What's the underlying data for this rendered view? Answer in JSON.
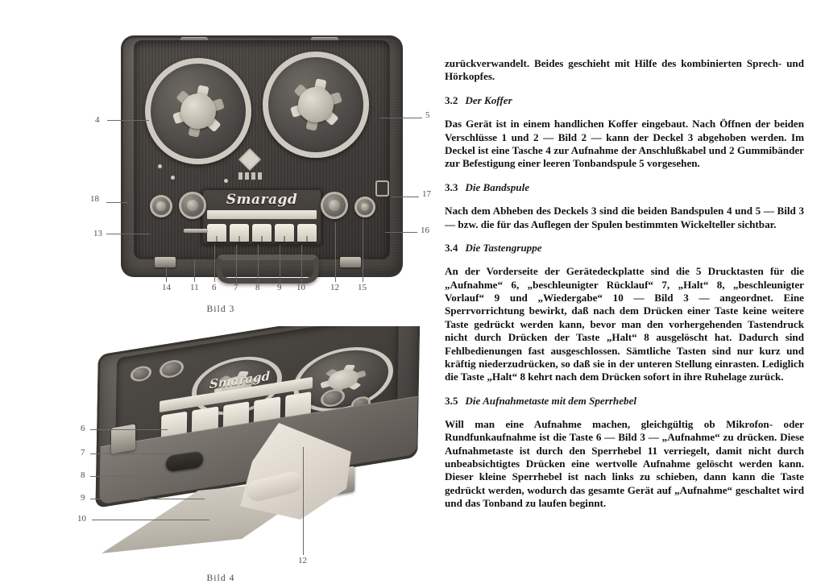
{
  "document": {
    "language": "de",
    "brand": "Smaragd"
  },
  "figures": [
    {
      "id": "bild3",
      "caption": "Bild 3",
      "alt_name": "open-tape-recorder-top-view",
      "brand_logo": "Smaragd",
      "callouts": [
        {
          "label": "4",
          "side": "left"
        },
        {
          "label": "18",
          "side": "left"
        },
        {
          "label": "13",
          "side": "left"
        },
        {
          "label": "5",
          "side": "right"
        },
        {
          "label": "17",
          "side": "right"
        },
        {
          "label": "16",
          "side": "right"
        },
        {
          "label": "14",
          "side": "bottom"
        },
        {
          "label": "11",
          "side": "bottom"
        },
        {
          "label": "6",
          "side": "bottom"
        },
        {
          "label": "7",
          "side": "bottom"
        },
        {
          "label": "8",
          "side": "bottom"
        },
        {
          "label": "9",
          "side": "bottom"
        },
        {
          "label": "10",
          "side": "bottom"
        },
        {
          "label": "12",
          "side": "bottom"
        },
        {
          "label": "15",
          "side": "bottom"
        }
      ]
    },
    {
      "id": "bild4",
      "caption": "Bild 4",
      "alt_name": "tape-recorder-perspective-with-hand",
      "brand_logo": "Smaragd",
      "callouts": [
        {
          "label": "6",
          "side": "left"
        },
        {
          "label": "7",
          "side": "left"
        },
        {
          "label": "8",
          "side": "left"
        },
        {
          "label": "9",
          "side": "left"
        },
        {
          "label": "10",
          "side": "left"
        },
        {
          "label": "12",
          "side": "bottom"
        }
      ]
    }
  ],
  "text": {
    "intro_continuation": "zurückverwandelt. Beides geschieht mit Hilfe des kombinierten Sprech- und Hörkopfes.",
    "sections": [
      {
        "number": "3.2",
        "title": "Der Koffer",
        "body": "Das Gerät ist in einem handlichen Koffer eingebaut. Nach Öffnen der beiden Verschlüsse 1 und 2 — Bild 2 — kann der Deckel 3 abgehoben werden. Im Deckel ist eine Tasche 4 zur Aufnahme der Anschlußkabel und 2 Gummibänder zur Befestigung einer leeren Tonbandspule 5 vorgesehen."
      },
      {
        "number": "3.3",
        "title": "Die Bandspule",
        "body": "Nach dem Abheben des Deckels 3 sind die beiden Bandspulen 4 und 5 — Bild 3 — bzw. die für das Auflegen der Spulen bestimmten Wickelteller sichtbar."
      },
      {
        "number": "3.4",
        "title": "Die Tastengruppe",
        "body": "An der Vorderseite der Gerätedeckplatte sind die 5 Drucktasten für die „Aufnahme“ 6, „beschleunigter Rücklauf“ 7, „Halt“ 8, „beschleunigter Vorlauf“ 9 und „Wiedergabe“ 10 — Bild 3 — angeordnet. Eine Sperrvorrichtung bewirkt, daß nach dem Drücken einer Taste keine weitere Taste gedrückt werden kann, bevor man den vorhergehenden Tastendruck nicht durch Drücken der Taste „Halt“ 8 ausgelöscht hat. Dadurch sind Fehlbedienungen fast ausgeschlossen. Sämtliche Tasten sind nur kurz und kräftig niederzudrücken, so daß sie in der unteren Stellung einrasten. Lediglich die Taste „Halt“ 8 kehrt nach dem Drücken sofort in ihre Ruhelage zurück."
      },
      {
        "number": "3.5",
        "title": "Die Aufnahmetaste mit dem Sperrhebel",
        "body": "Will man eine Aufnahme machen, gleichgültig ob Mikrofon- oder Rundfunkaufnahme ist die Taste 6 — Bild 3 — „Aufnahme“ zu drücken. Diese Aufnahmetaste ist durch den Sperrhebel 11 verriegelt, damit nicht durch unbeabsichtigtes Drücken eine wertvolle Aufnahme gelöscht werden kann. Dieser kleine Sperrhebel ist nach links zu schieben, dann kann die Taste gedrückt werden, wodurch das gesamte Gerät auf „Aufnahme“ geschaltet wird und das Tonband zu laufen beginnt."
      }
    ]
  }
}
